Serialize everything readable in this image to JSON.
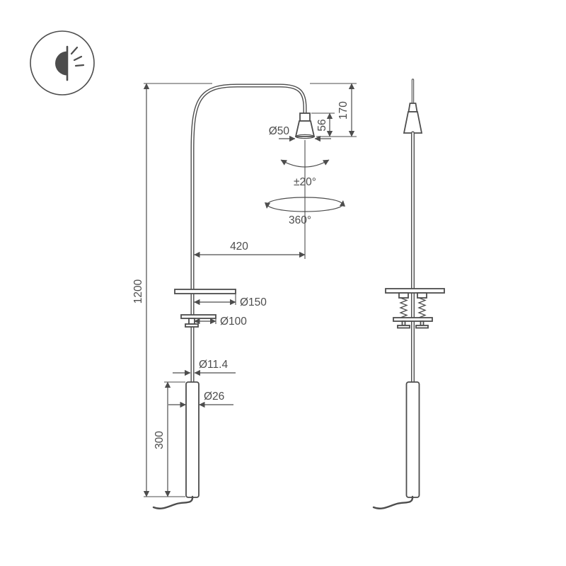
{
  "icons": {
    "logo": "light-beam-icon"
  },
  "drawing": {
    "dimensions": {
      "total_height": "1200",
      "arm_reach": "420",
      "head_drop": "170",
      "head_height": "56",
      "head_diameter": "Ø50",
      "tilt_range": "±20°",
      "rotation_range": "360°",
      "plate_diameter": "Ø150",
      "clamp_diameter": "Ø100",
      "stem_diameter": "Ø11.4",
      "base_tube_diameter": "Ø26",
      "base_tube_length": "300"
    },
    "colors": {
      "line": "#4d4d4d",
      "background": "#ffffff"
    }
  }
}
